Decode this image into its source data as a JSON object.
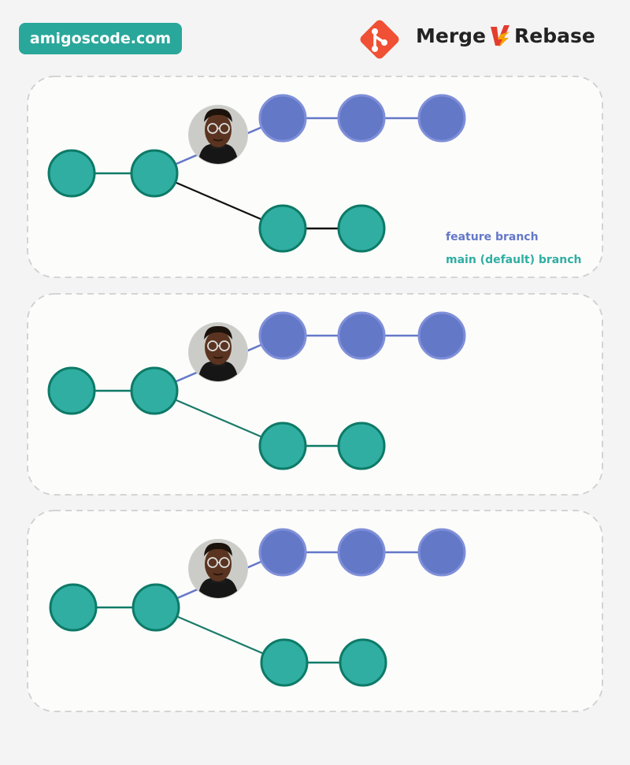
{
  "brand": {
    "site": "amigoscode.com"
  },
  "title": {
    "left": "Merge",
    "vs": "vs",
    "right": "Rebase"
  },
  "colors": {
    "main": "#30aea2",
    "main_stroke": "#0d7a67",
    "feature": "#6478c8",
    "feature_stroke": "#7f8fd8",
    "brand": "#2aa79b",
    "logo": "#f05033"
  },
  "legend": {
    "feature": "feature branch",
    "main": "main (default) branch"
  },
  "panels": [
    {
      "id": "panel-1",
      "main_to_branch_line": "#111111",
      "avatar_icon": "developer-avatar-icon"
    },
    {
      "id": "panel-2",
      "main_to_branch_line": "#1a7a68",
      "avatar_icon": "developer-avatar-icon"
    },
    {
      "id": "panel-3",
      "main_to_branch_line": "#1a7a68",
      "avatar_icon": "developer-avatar-icon"
    }
  ]
}
